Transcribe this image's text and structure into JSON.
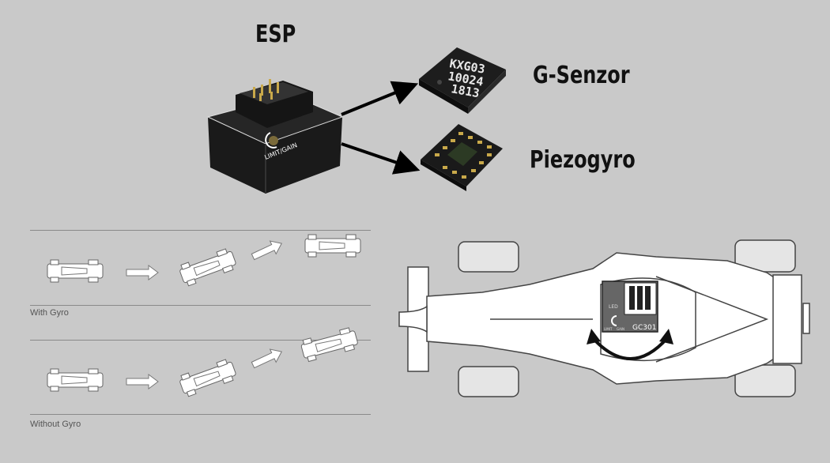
{
  "labels": {
    "esp": "ESP",
    "g_sensor": "G-Senzor",
    "piezogyro": "Piezogyro",
    "with_gyro": "With Gyro",
    "without_gyro": "Without Gyro"
  },
  "chip": {
    "line1": "KXG03",
    "line2": "10024",
    "line3": "1813"
  },
  "esp_device": {
    "label": "LIMIT/GAIN"
  },
  "gyro_module": {
    "model": "GC301",
    "led": "LED",
    "limit": "LIMIT",
    "gain": "GAIN"
  },
  "colors": {
    "background": "#c9c9c9",
    "device": "#1c1c1c",
    "pads": "#c9a94a"
  }
}
